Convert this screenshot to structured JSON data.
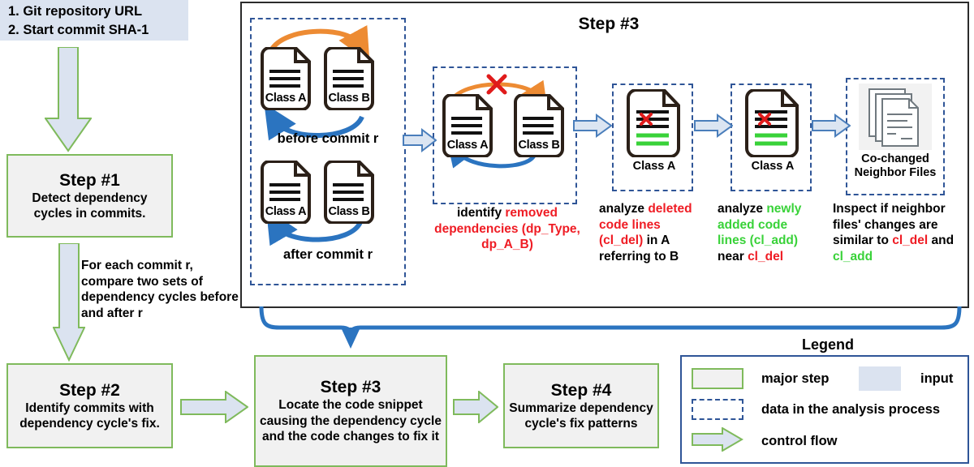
{
  "input_box": {
    "lines": [
      "1. Git repository URL",
      "2. Start commit SHA-1"
    ]
  },
  "steps": {
    "step1": {
      "title": "Step #1",
      "desc": "Detect dependency cycles in commits."
    },
    "step2": {
      "title": "Step #2",
      "desc": "Identify commits with dependency cycle's fix."
    },
    "step3": {
      "title": "Step #3",
      "desc": "Locate the code snippet causing the dependency cycle and the code changes to fix it"
    },
    "step4": {
      "title": "Step #4",
      "desc": "Summarize dependency cycle's fix patterns"
    }
  },
  "flow_note": "For each commit r, compare two sets of dependency cycles before and after r",
  "detail_panel": {
    "title": "Step #3",
    "class_a_label": "Class A",
    "class_b_label": "Class B",
    "caption_before": "before commit r",
    "caption_after": "after commit r",
    "doc_del_label": "Class A",
    "doc_add_label": "Class A",
    "doc_stack_label": "Co-changed Neighbor Files",
    "text_identify": [
      {
        "t": "identify ",
        "c": "black"
      },
      {
        "t": "removed dependencies (dp_Type, dp_A_B)",
        "c": "red"
      }
    ],
    "text_deleted": [
      {
        "t": "analyze ",
        "c": "black"
      },
      {
        "t": "deleted code lines (cl_del)",
        "c": "red"
      },
      {
        "t": " in A referring to B",
        "c": "black"
      }
    ],
    "text_added": [
      {
        "t": "analyze ",
        "c": "black"
      },
      {
        "t": "newly added  code lines (cl_add)",
        "c": "green"
      },
      {
        "t": " near ",
        "c": "black"
      },
      {
        "t": "cl_del",
        "c": "red"
      }
    ],
    "text_inspect": [
      {
        "t": "Inspect if neighbor files' changes are similar to  ",
        "c": "black"
      },
      {
        "t": "cl_del",
        "c": "red"
      },
      {
        "t": " and ",
        "c": "black"
      },
      {
        "t": "cl_add",
        "c": "green"
      }
    ]
  },
  "legend": {
    "title": "Legend",
    "items": [
      {
        "label": "major step",
        "swatch": "major-step-swatch"
      },
      {
        "label": "input",
        "swatch": "input-swatch"
      },
      {
        "label": "data in the analysis process",
        "swatch": "dashed-swatch"
      },
      {
        "label": "control flow",
        "swatch": "control-flow-arrow-swatch"
      }
    ]
  },
  "colors": {
    "input_fill": "#dbe3f0",
    "step_fill": "#f1f1f1",
    "step_border": "#7fba5c",
    "dashed_border": "#2f5597",
    "arrow_blue": "#4a7ebb",
    "cycle_orange": "#ed8b33",
    "cycle_blue": "#2b74c0",
    "red_text": "#ef1c24",
    "green_text": "#39d239"
  }
}
